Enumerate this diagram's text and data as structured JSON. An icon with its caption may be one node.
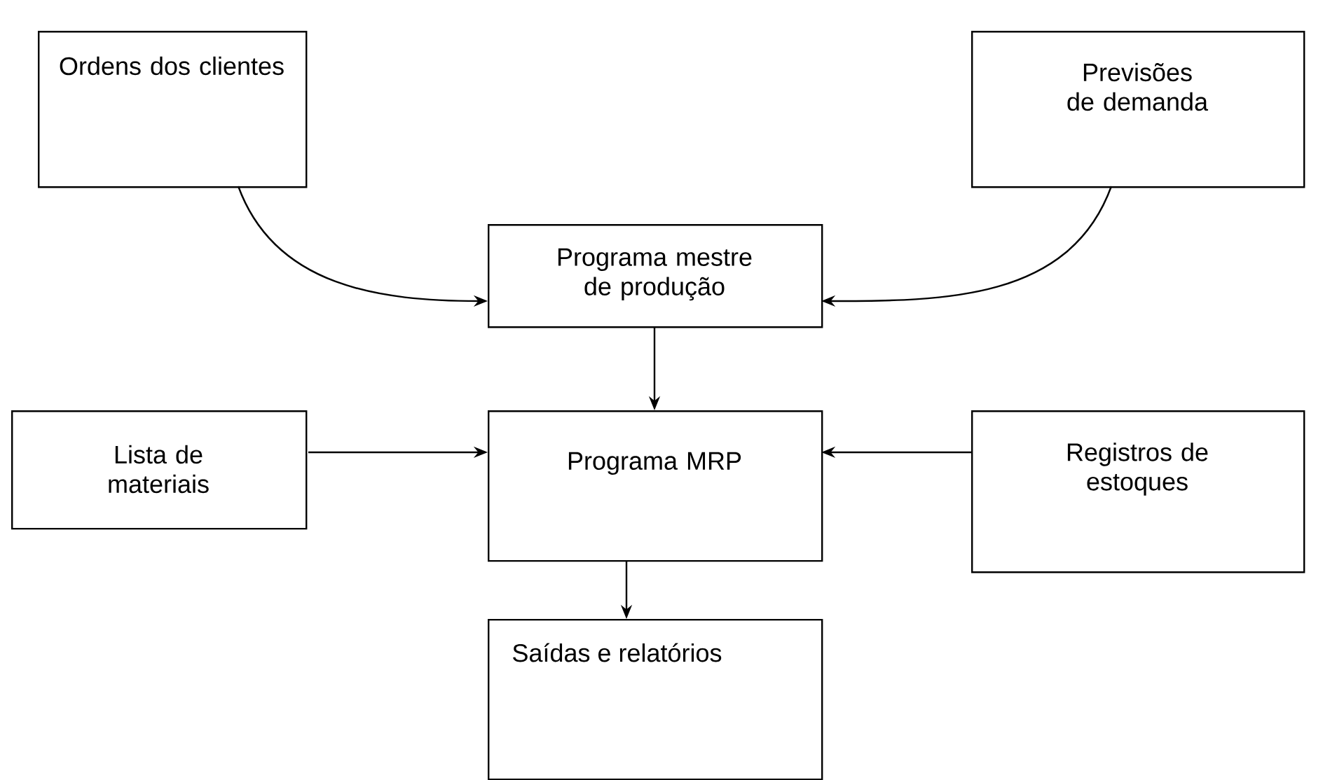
{
  "diagram": {
    "nodes": [
      {
        "text": [
          "Ordens dos clientes"
        ]
      },
      {
        "text": [
          "Previsões de demanda"
        ]
      },
      {
        "text": [
          "Programa mestre de produção"
        ]
      },
      {
        "text": [
          "Lista de materiais"
        ]
      },
      {
        "text": [
          "Programa MRP"
        ]
      },
      {
        "text": [
          "Registros de estoques"
        ]
      },
      {
        "text": [
          "Saídas e relatórios"
        ]
      }
    ],
    "edges": [
      {
        "from": 0,
        "to": 2,
        "arrow": "to"
      },
      {
        "from": 1,
        "to": 2,
        "arrow": "to"
      },
      {
        "from": 2,
        "to": 4,
        "arrow": "to"
      },
      {
        "from": 3,
        "to": 4,
        "arrow": "to"
      },
      {
        "from": 5,
        "to": 4,
        "arrow": "to"
      },
      {
        "from": 4,
        "to": 6,
        "arrow": "to"
      }
    ]
  }
}
